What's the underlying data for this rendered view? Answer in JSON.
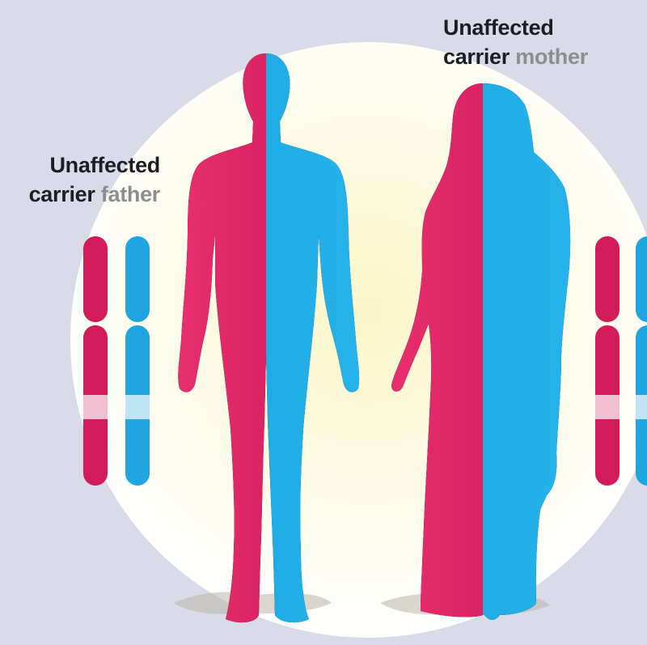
{
  "father": {
    "line1": "Unaffected",
    "line2_bold": "carrier",
    "line2_muted": "father"
  },
  "mother": {
    "line1": "Unaffected",
    "line2_bold": "carrier",
    "line2_muted": "mother"
  },
  "colors": {
    "background": "#d9dbe9",
    "glow": "#fbf7d2",
    "allele_red": "#d81a5e",
    "allele_blue": "#1aa7e1",
    "carrier_band": "#f3c3d4"
  }
}
